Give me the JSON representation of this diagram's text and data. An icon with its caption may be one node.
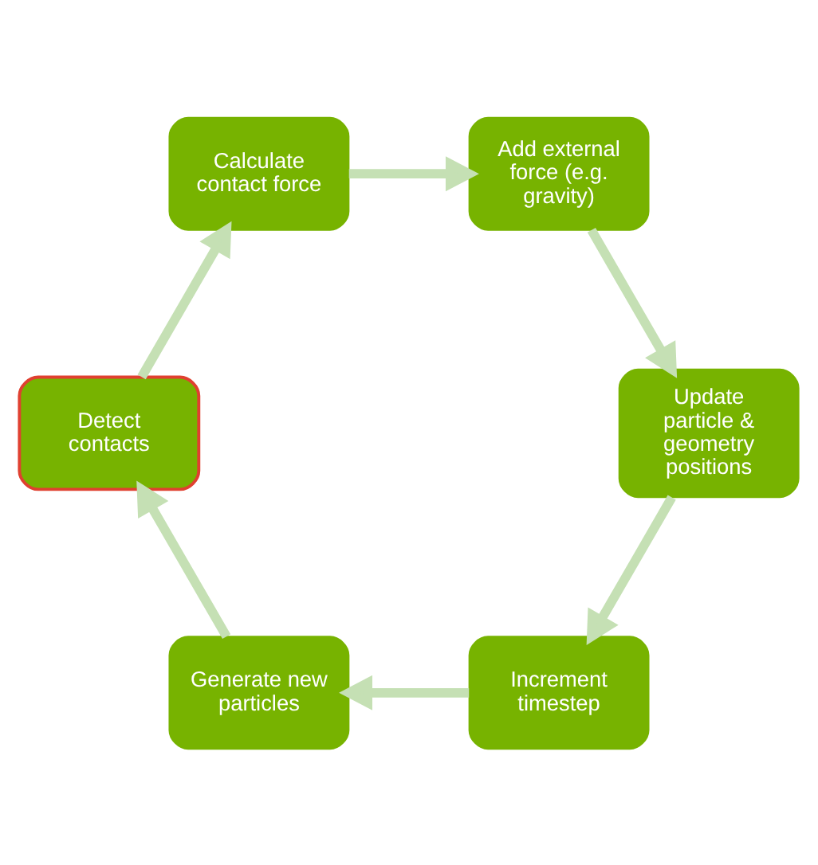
{
  "diagram": {
    "nodes": [
      {
        "text": [
          "Increment timestep"
        ]
      },
      {
        "text": [
          "Generate new particles"
        ]
      },
      {
        "text": [
          "Detect contacts"
        ]
      },
      {
        "text": [
          "Calculate contact force"
        ]
      },
      {
        "text": [
          "Add external force (e.g. gravity)"
        ]
      },
      {
        "text": [
          "Update particle & geometry positions"
        ]
      }
    ],
    "edges": [
      {
        "from": 0,
        "to": 1,
        "arrow": "to"
      },
      {
        "from": 1,
        "to": 2,
        "arrow": "to"
      },
      {
        "from": 2,
        "to": 3,
        "arrow": "to"
      },
      {
        "from": 3,
        "to": 4,
        "arrow": "to"
      },
      {
        "from": 4,
        "to": 5,
        "arrow": "to"
      },
      {
        "from": 5,
        "to": 0,
        "arrow": "to"
      }
    ]
  }
}
